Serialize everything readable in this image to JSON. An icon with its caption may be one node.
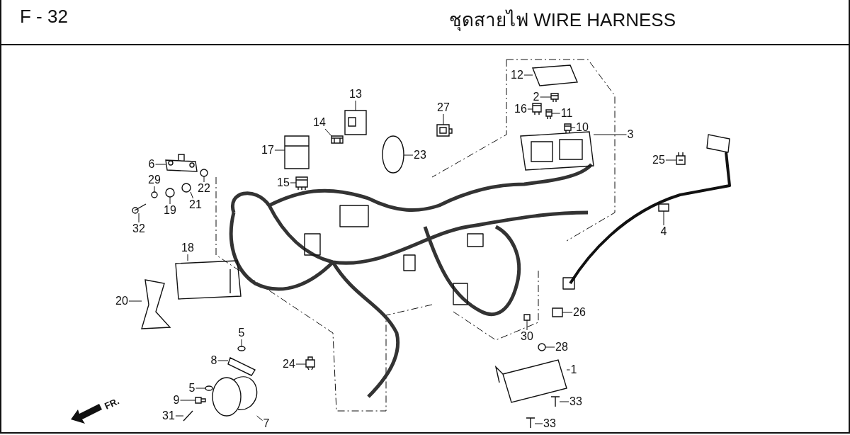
{
  "diagram": {
    "title": "ชุดสายไฟ WIRE HARNESS",
    "nodes": [
      {
        "text": [
          "12"
        ]
      },
      {
        "text": [
          "2"
        ]
      },
      {
        "text": [
          "16"
        ]
      },
      {
        "text": [
          "11"
        ]
      },
      {
        "text": [
          "10"
        ]
      },
      {
        "text": [
          "13"
        ]
      },
      {
        "text": [
          "27"
        ]
      },
      {
        "text": [
          "3"
        ]
      },
      {
        "text": [
          "14"
        ]
      },
      {
        "text": [
          "17"
        ]
      },
      {
        "text": [
          "23"
        ]
      },
      {
        "text": [
          "6"
        ]
      },
      {
        "text": [
          "25"
        ]
      },
      {
        "text": [
          "29"
        ]
      },
      {
        "text": [
          "22"
        ]
      },
      {
        "text": [
          "15"
        ]
      },
      {
        "text": [
          "19"
        ]
      },
      {
        "text": [
          "21"
        ]
      },
      {
        "text": [
          "32"
        ]
      },
      {
        "text": [
          "4"
        ]
      },
      {
        "text": [
          "18"
        ]
      },
      {
        "text": [
          "20"
        ]
      },
      {
        "text": [
          "26"
        ]
      },
      {
        "text": [
          "30"
        ]
      },
      {
        "text": [
          "5"
        ]
      },
      {
        "text": [
          "28"
        ]
      },
      {
        "text": [
          "8"
        ]
      },
      {
        "text": [
          "24"
        ]
      },
      {
        "text": [
          "1"
        ]
      },
      {
        "text": [
          "5"
        ]
      },
      {
        "text": [
          "9"
        ]
      },
      {
        "text": [
          "33"
        ]
      },
      {
        "text": [
          "31"
        ]
      },
      {
        "text": [
          "7"
        ]
      },
      {
        "text": [
          "33"
        ]
      },
      {
        "text": [],
        "shape": "picture"
      },
      {
        "text": [],
        "shape": "picture"
      },
      {
        "text": [],
        "shape": "picture"
      },
      {
        "text": [],
        "shape": "picture"
      },
      {
        "text": [],
        "shape": "picture"
      },
      {
        "text": [],
        "shape": "picture"
      },
      {
        "text": [],
        "shape": "picture"
      },
      {
        "text": [],
        "shape": "picture"
      },
      {
        "text": [],
        "shape": "picture"
      },
      {
        "text": [],
        "shape": "picture"
      },
      {
        "text": [],
        "shape": "picture"
      },
      {
        "text": [],
        "shape": "picture"
      },
      {
        "text": [],
        "shape": "picture"
      },
      {
        "text": [],
        "shape": "picture"
      },
      {
        "text": [],
        "shape": "picture"
      },
      {
        "text": [],
        "shape": "picture"
      },
      {
        "text": [],
        "shape": "picture"
      },
      {
        "text": [],
        "shape": "picture"
      },
      {
        "text": [],
        "shape": "picture"
      },
      {
        "text": [],
        "shape": "picture"
      },
      {
        "text": [],
        "shape": "picture"
      },
      {
        "text": [],
        "shape": "picture"
      },
      {
        "text": [],
        "shape": "picture"
      },
      {
        "text": [],
        "shape": "picture"
      },
      {
        "text": [],
        "shape": "picture"
      },
      {
        "text": [],
        "shape": "picture"
      },
      {
        "text": [],
        "shape": "picture"
      },
      {
        "text": [],
        "shape": "picture"
      },
      {
        "text": [],
        "shape": "picture"
      },
      {
        "text": [],
        "shape": "picture"
      },
      {
        "text": [],
        "shape": "picture"
      },
      {
        "text": [],
        "shape": "picture"
      },
      {
        "text": [],
        "shape": "picture"
      },
      {
        "text": [],
        "shape": "picture"
      },
      {
        "text": [],
        "shape": "picture"
      }
    ],
    "edges": [
      {
        "from": 0,
        "to": 35,
        "arrow": "none"
      },
      {
        "from": 1,
        "to": 36,
        "arrow": "none"
      },
      {
        "from": 2,
        "to": 37,
        "arrow": "none"
      },
      {
        "from": 3,
        "to": 38,
        "arrow": "none"
      },
      {
        "from": 4,
        "to": 39,
        "arrow": "none"
      },
      {
        "from": 5,
        "to": 40,
        "arrow": "none"
      },
      {
        "from": 6,
        "to": 41,
        "arrow": "none"
      },
      {
        "from": 7,
        "to": 42,
        "arrow": "none"
      },
      {
        "from": 8,
        "to": 43,
        "arrow": "none"
      },
      {
        "from": 9,
        "to": 44,
        "arrow": "none"
      },
      {
        "from": 10,
        "to": 45,
        "arrow": "none"
      },
      {
        "from": 11,
        "to": 46,
        "arrow": "none"
      },
      {
        "from": 12,
        "to": 47,
        "arrow": "none"
      },
      {
        "from": 13,
        "to": 48,
        "arrow": "none"
      },
      {
        "from": 14,
        "to": 49,
        "arrow": "none"
      },
      {
        "from": 15,
        "to": 50,
        "arrow": "none"
      },
      {
        "from": 16,
        "to": 51,
        "arrow": "none"
      },
      {
        "from": 17,
        "to": 52,
        "arrow": "none"
      },
      {
        "from": 18,
        "to": 53,
        "arrow": "none"
      },
      {
        "from": 19,
        "to": 54,
        "arrow": "none"
      },
      {
        "from": 20,
        "to": 55,
        "arrow": "none"
      },
      {
        "from": 21,
        "to": 56,
        "arrow": "none"
      },
      {
        "from": 22,
        "to": 57,
        "arrow": "none"
      },
      {
        "from": 23,
        "to": 58,
        "arrow": "none"
      },
      {
        "from": 24,
        "to": 59,
        "arrow": "none"
      },
      {
        "from": 25,
        "to": 60,
        "arrow": "none"
      },
      {
        "from": 26,
        "to": 61,
        "arrow": "none"
      },
      {
        "from": 27,
        "to": 62,
        "arrow": "none"
      },
      {
        "from": 28,
        "to": 63,
        "arrow": "none"
      },
      {
        "from": 29,
        "to": 64,
        "arrow": "none"
      },
      {
        "from": 30,
        "to": 65,
        "arrow": "none"
      },
      {
        "from": 31,
        "to": 66,
        "arrow": "none"
      },
      {
        "from": 32,
        "to": 67,
        "arrow": "none"
      },
      {
        "from": 33,
        "to": 68,
        "arrow": "none"
      },
      {
        "from": 34,
        "to": 69,
        "arrow": "none"
      }
    ],
    "labels": [
      "F - 32",
      "FR."
    ]
  }
}
